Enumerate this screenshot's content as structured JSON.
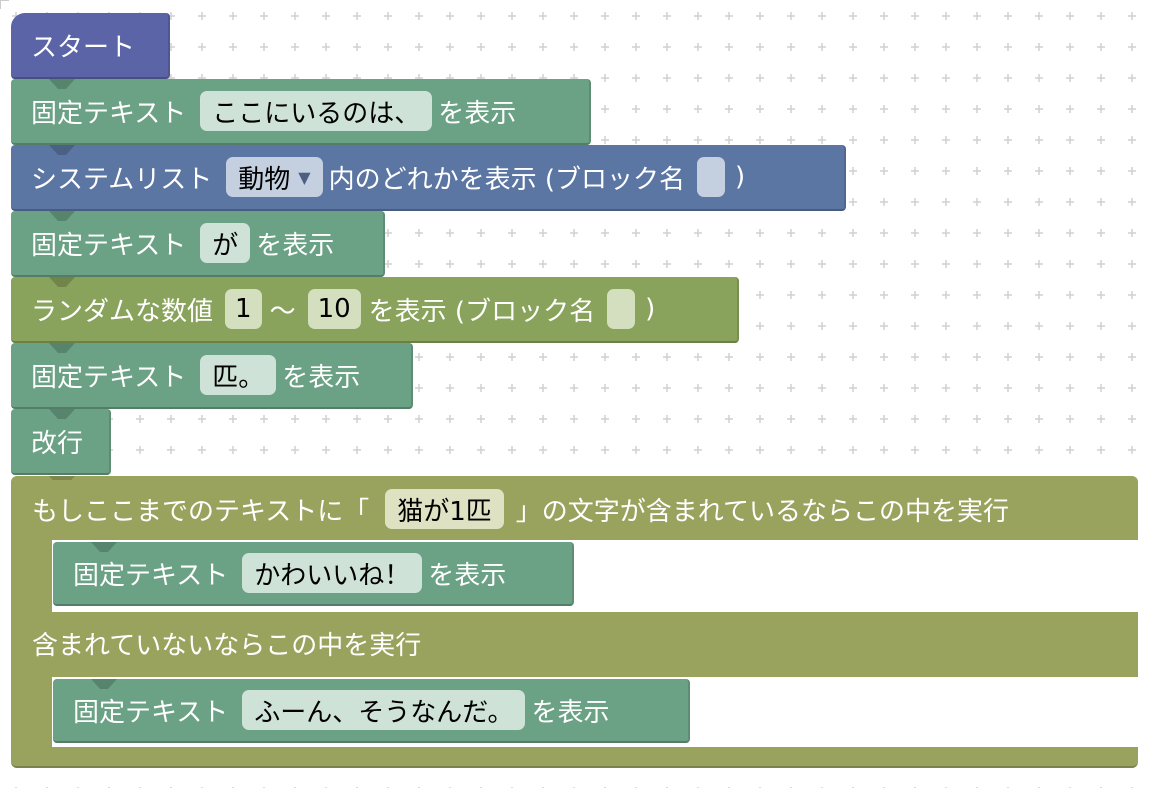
{
  "colors": {
    "start": "#5b64a6",
    "text_block": "#6ba184",
    "list_block": "#5c76a3",
    "random_block": "#8aa35c",
    "if_block": "#9aa35e",
    "grid_dot": "#cccccc"
  },
  "blocks": {
    "start": {
      "label": "スタート"
    },
    "text1": {
      "prefix": "固定テキスト",
      "value": "ここにいるのは、",
      "suffix": "を表示"
    },
    "syslist": {
      "prefix": "システムリスト",
      "dropdown": "動物",
      "middle": "内のどれかを表示 (ブロック名",
      "block_name": "",
      "close": ")"
    },
    "text2": {
      "prefix": "固定テキスト",
      "value": "が",
      "suffix": "を表示"
    },
    "random": {
      "prefix": "ランダムな数値",
      "min": "1",
      "tilde": "〜",
      "max": "10",
      "middle": "を表示 (ブロック名",
      "block_name": "",
      "close": ")"
    },
    "text3": {
      "prefix": "固定テキスト",
      "value": "匹。",
      "suffix": "を表示"
    },
    "newline": {
      "label": "改行"
    },
    "if_block": {
      "prefix": "もしここまでのテキストに「",
      "match_value": "猫が1匹",
      "suffix": "」の文字が含まれているならこの中を実行",
      "then_text": {
        "prefix": "固定テキスト",
        "value": "かわいいね！",
        "suffix": "を表示"
      },
      "else_label": "含まれていないならこの中を実行",
      "else_text": {
        "prefix": "固定テキスト",
        "value": "ふーん、そうなんだ。",
        "suffix": "を表示"
      }
    }
  }
}
